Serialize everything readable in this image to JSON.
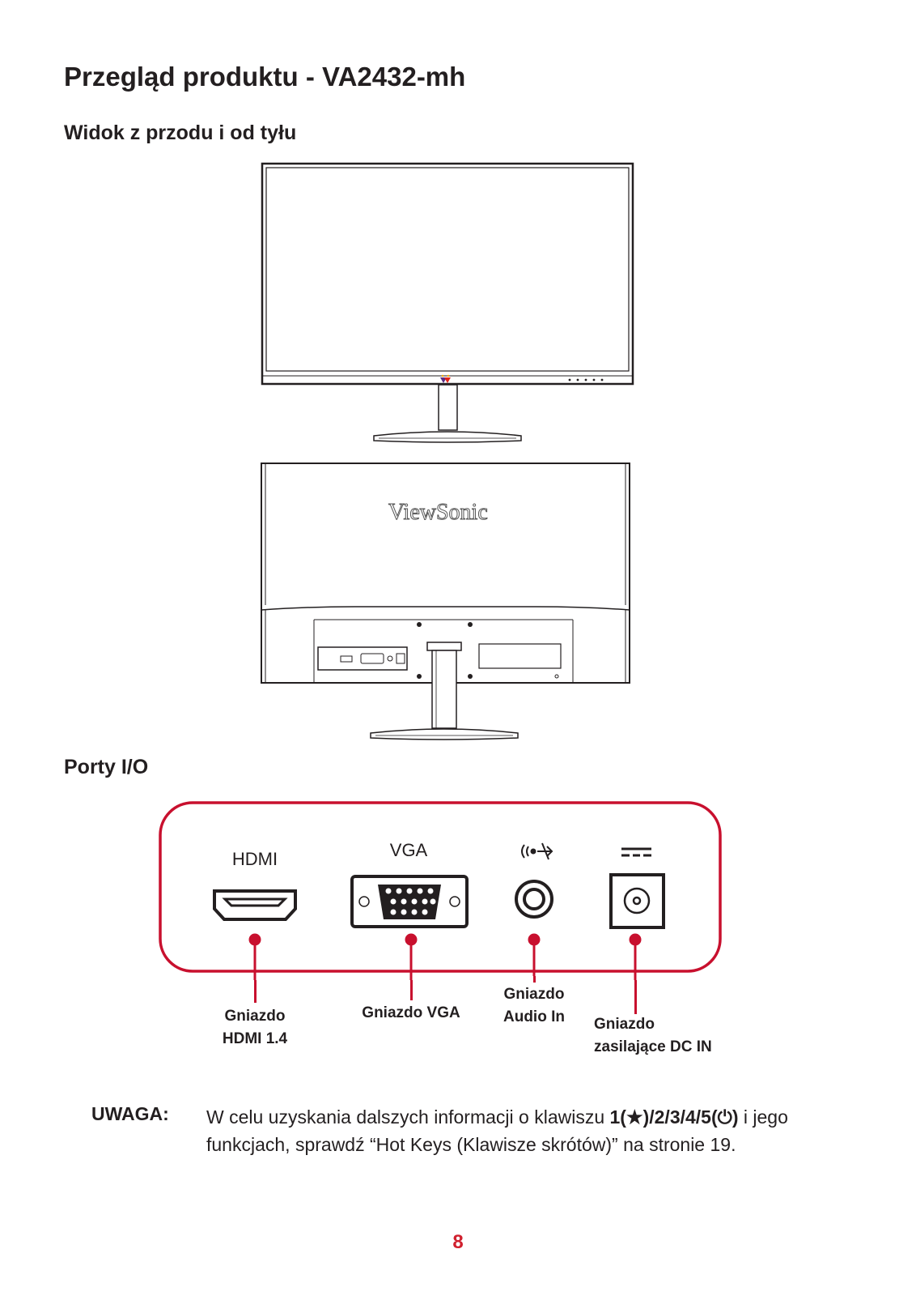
{
  "document": {
    "title": "Przegląd produktu - VA2432-mh",
    "section_front_back": "Widok z przodu i od tyłu",
    "section_ports": "Porty I/O",
    "brand_logo_text": "ViewSonic",
    "ports": {
      "hdmi_label": "HDMI",
      "vga_label": "VGA",
      "audio_icon": "audio-in-icon",
      "dc_icon": "dc-power-icon"
    },
    "callouts": {
      "hdmi_line1": "Gniazdo",
      "hdmi_line2": "HDMI 1.4",
      "vga": "Gniazdo VGA",
      "audio_line1": "Gniazdo",
      "audio_line2": "Audio In",
      "dc_line1": "Gniazdo",
      "dc_line2": "zasilające DC IN"
    },
    "note": {
      "label": "UWAGA:",
      "text_before": "W celu uzyskania dalszych informacji o klawiszu ",
      "keys": "1(★)/2/3/4/5(⏻)",
      "text_after": " i jego funkcjach, sprawdź “Hot Keys (Klawisze skrótów)” na stronie 19."
    },
    "page_number": "8",
    "colors": {
      "accent": "#d0202e",
      "text": "#231f20"
    }
  }
}
